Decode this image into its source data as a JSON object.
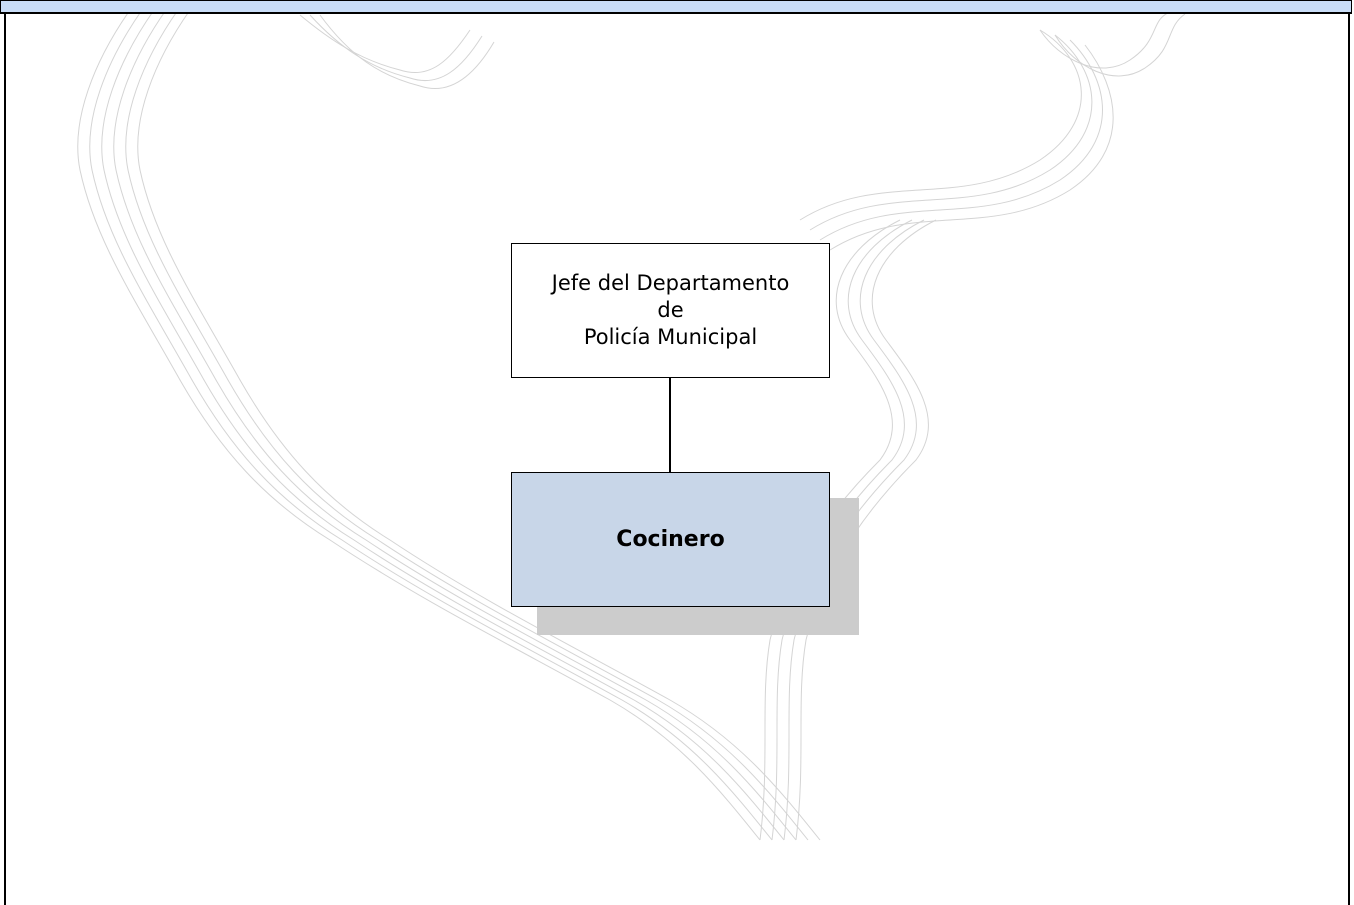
{
  "colors": {
    "header_band": "#c9ddf7",
    "child_box_fill": "#c8d6e8",
    "shadow": "#cccccc",
    "watermark_stroke": "#d4d4d4"
  },
  "org_chart": {
    "parent": {
      "line1": "Jefe del Departamento",
      "line2": "de",
      "line3": "Policía Municipal"
    },
    "child": {
      "label": "Cocinero"
    }
  }
}
